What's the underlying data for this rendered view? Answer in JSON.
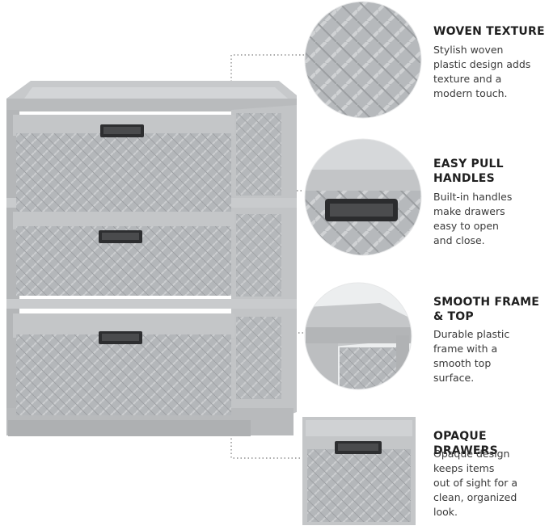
{
  "features": [
    {
      "title_lines": [
        "WOVEN TEXTURE"
      ],
      "desc_lines": [
        "Stylish woven",
        "plastic design adds",
        "texture and a",
        "modern touch."
      ]
    },
    {
      "title_lines": [
        "EASY PULL",
        "HANDLES"
      ],
      "desc_lines": [
        "Built-in handles",
        "make drawers",
        "easy to open",
        "and close."
      ]
    },
    {
      "title_lines": [
        "SMOOTH FRAME",
        "& TOP"
      ],
      "desc_lines": [
        "Durable plastic",
        "frame with a",
        "smooth top",
        "surface."
      ]
    },
    {
      "title_lines": [
        "OPAQUE DRAWERS"
      ],
      "desc_lines": [
        "Opaque design",
        "keeps items",
        "out of sight for a",
        "clean, organized",
        "look."
      ]
    }
  ],
  "colors": {
    "plastic": "#bdbfc1",
    "plastic_light": "#cfd1d3",
    "plastic_dark": "#a3a6a9",
    "title": "#1f1f1f",
    "desc": "#3a3a3a"
  }
}
